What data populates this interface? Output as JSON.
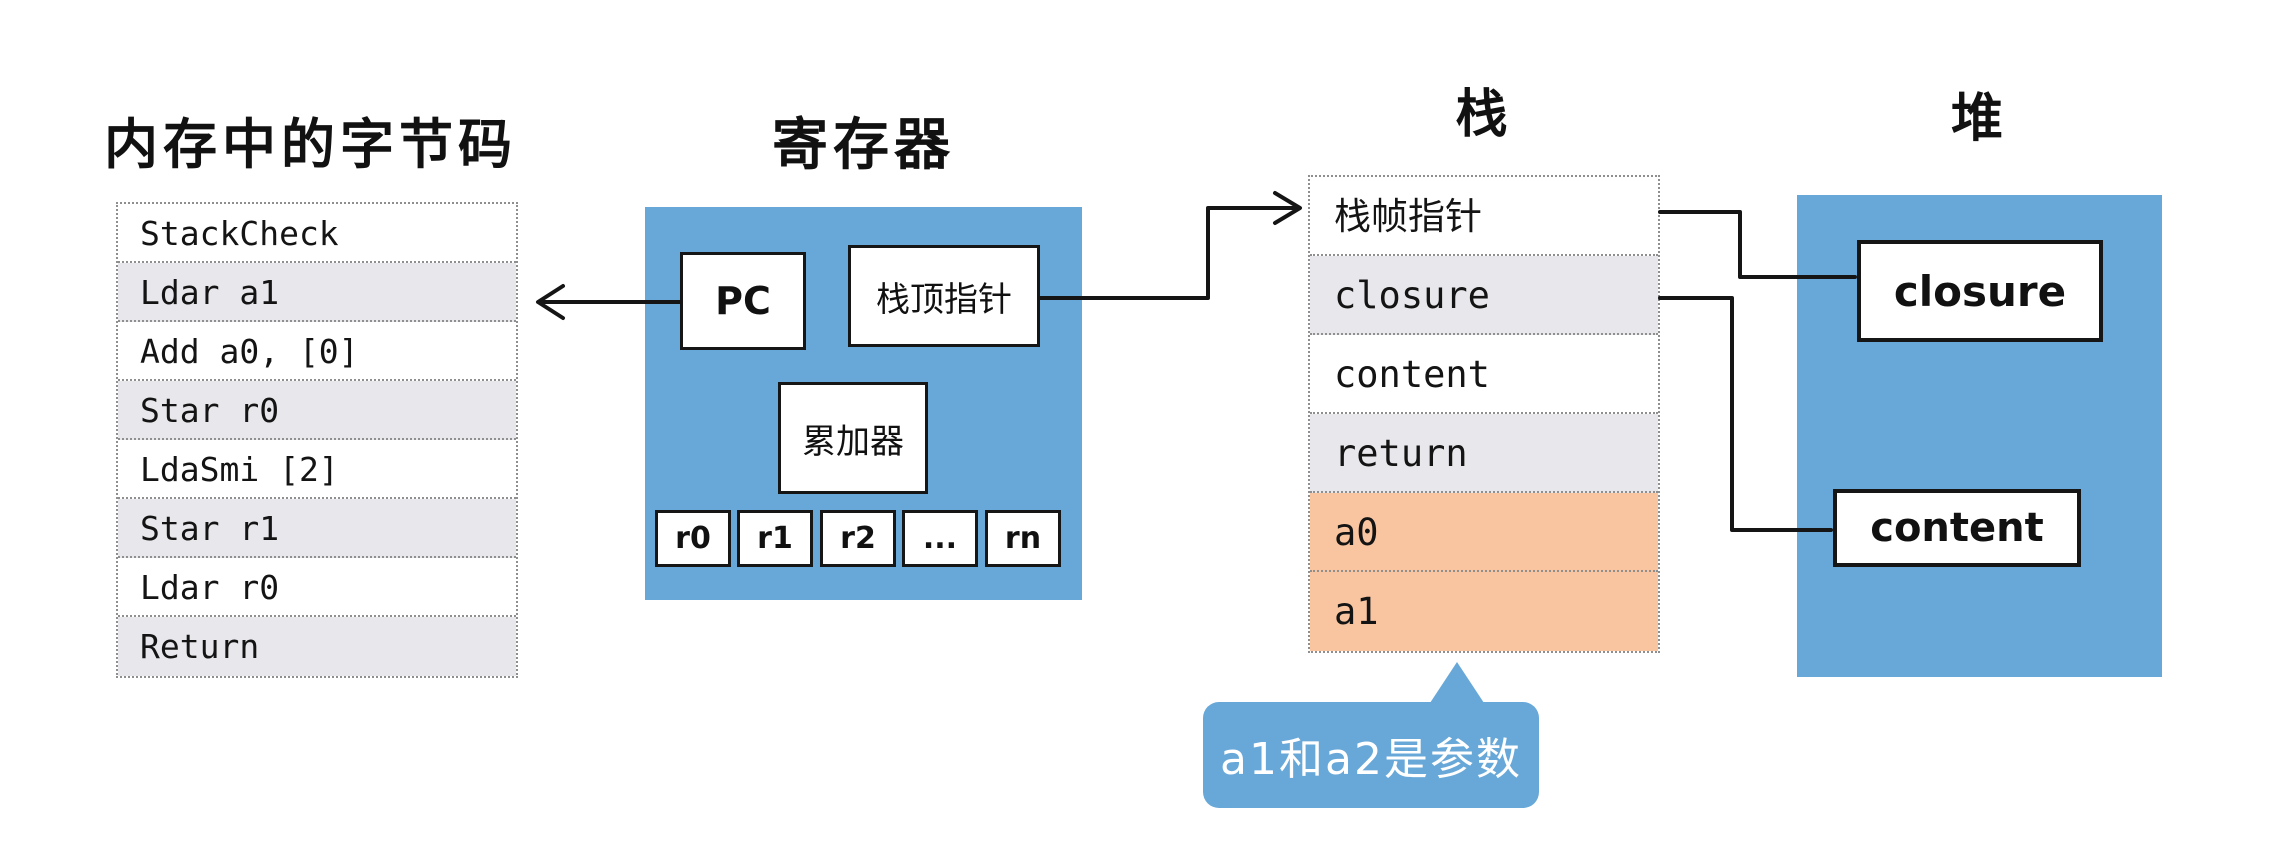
{
  "colors": {
    "blue": "#68a8d8",
    "row_gray": "#e8e8ec",
    "row_orange": "#f9c5a0"
  },
  "bytecode": {
    "title": "内存中的字节码",
    "rows": [
      {
        "text": "StackCheck",
        "shade": "white"
      },
      {
        "text": "Ldar a1",
        "shade": "gray"
      },
      {
        "text": "Add a0, [0]",
        "shade": "white"
      },
      {
        "text": "Star r0",
        "shade": "gray"
      },
      {
        "text": "LdaSmi [2]",
        "shade": "white"
      },
      {
        "text": "Star r1",
        "shade": "gray"
      },
      {
        "text": "Ldar r0",
        "shade": "white"
      },
      {
        "text": "Return",
        "shade": "gray"
      }
    ]
  },
  "registers": {
    "title": "寄存器",
    "pc": "PC",
    "stack_top": "栈顶指针",
    "accumulator": "累加器",
    "cells": [
      "r0",
      "r1",
      "r2",
      "...",
      "rn"
    ]
  },
  "stack": {
    "title": "栈",
    "rows": [
      {
        "text": "栈帧指针",
        "shade": "white"
      },
      {
        "text": "closure",
        "shade": "gray"
      },
      {
        "text": "content",
        "shade": "white"
      },
      {
        "text": "return",
        "shade": "gray"
      },
      {
        "text": "a0",
        "shade": "orange"
      },
      {
        "text": "a1",
        "shade": "orange"
      }
    ]
  },
  "heap": {
    "title": "堆",
    "closure_label": "closure",
    "content_label": "content"
  },
  "callout": {
    "text": "a1和a2是参数"
  }
}
